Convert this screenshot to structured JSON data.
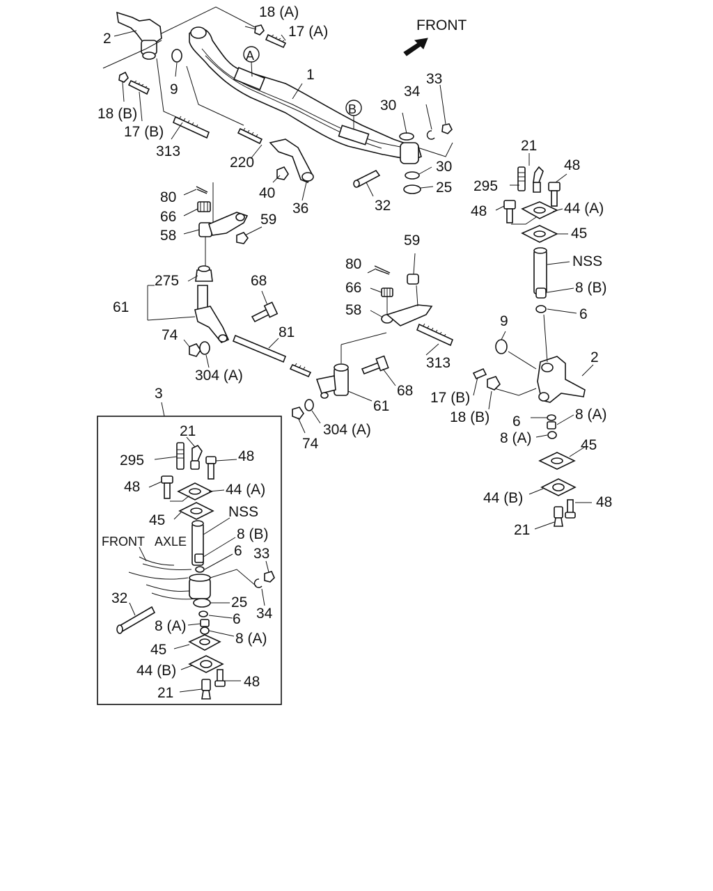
{
  "direction": "FRONT",
  "inset": {
    "callout": "3",
    "caption_left": "FRONT",
    "caption_right": "AXLE"
  },
  "markers": {
    "a": "A",
    "b": "B"
  },
  "callouts": {
    "p18a": "18 (A)",
    "p17a": "17 (A)",
    "p2a": "2",
    "p9a": "9",
    "p1": "1",
    "p18b": "18 (B)",
    "p17b": "17 (B)",
    "p313a": "313",
    "p220": "220",
    "p30a": "30",
    "p34a": "34",
    "p33a": "33",
    "p30b": "30",
    "p25a": "25",
    "p40": "40",
    "p36": "36",
    "p32a": "32",
    "p80a": "80",
    "p66a": "66",
    "p58a": "58",
    "p59a": "59",
    "p21a": "21",
    "p48a": "48",
    "p295a": "295",
    "p48b": "48",
    "p44a": "44 (A)",
    "p45a": "45",
    "pnss": "NSS",
    "p8b": "8 (B)",
    "p6a": "6",
    "p275": "275",
    "p61a": "61",
    "p68a": "68",
    "p80b": "80",
    "p59b": "59",
    "p66b": "66",
    "p58b": "58",
    "p74a": "74",
    "p304a": "304 (A)",
    "p81": "81",
    "p9b": "9",
    "p313b": "313",
    "p2b": "2",
    "p68b": "68",
    "p61b": "61",
    "p17b2": "17 (B)",
    "p18b2": "18 (B)",
    "p6b": "6",
    "p8a1": "8 (A)",
    "p8a2": "8 (A)",
    "p45b": "45",
    "p44b": "44 (B)",
    "p48c": "48",
    "p21b": "21",
    "p74b": "74",
    "p304b": "304 (A)"
  },
  "inset_callouts": {
    "i21": "21",
    "i295": "295",
    "i48a": "48",
    "i48b": "48",
    "i44a": "44 (A)",
    "i45a": "45",
    "inss": "NSS",
    "i8b": "8 (B)",
    "i6a": "6",
    "i33": "33",
    "i34": "34",
    "i25": "25",
    "i6b": "6",
    "i32": "32",
    "i8a1": "8 (A)",
    "i8a2": "8 (A)",
    "i45b": "45",
    "i44b": "44 (B)",
    "i48c": "48",
    "i21b": "21"
  }
}
